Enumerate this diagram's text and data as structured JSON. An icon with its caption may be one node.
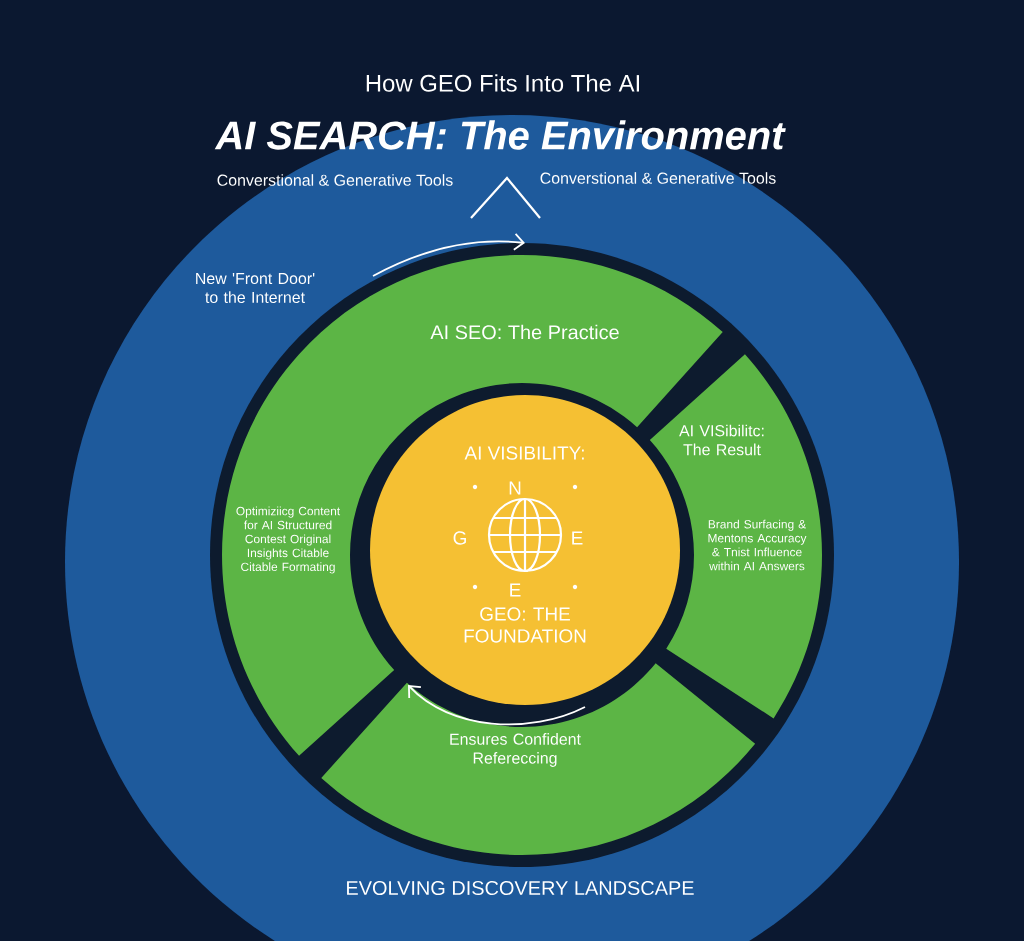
{
  "diagram": {
    "title": "How GEO Fits Into The AI",
    "nodes": [
      {
        "text": [
          "AI SEARCH: The Environment",
          "Converstional & Generative Tools",
          "Converstional & Generative Tools",
          "New 'Front Door' to the Internet",
          "EVOLVING DISCOVERY LANDSCAPE"
        ]
      },
      {
        "text": [
          "AI SEO: The Practice",
          "Optimiziicg Content for AI Structured Contest Original Insights Citable Citable Formating"
        ],
        "in": 0
      },
      {
        "text": [
          "AI VISibilitc: The Result",
          "Brand Surfacing & Mentons Accuracy & Tnist Influence within AI Answers"
        ],
        "in": 0
      },
      {
        "text": [
          "Ensures Confident Refereccing"
        ],
        "in": 0
      },
      {
        "text": [
          "AI VISIBILITY:",
          "GEO: THE FOUNDATION"
        ],
        "in": 0
      }
    ],
    "labels": [
      "N",
      "G",
      "E",
      "E"
    ]
  }
}
